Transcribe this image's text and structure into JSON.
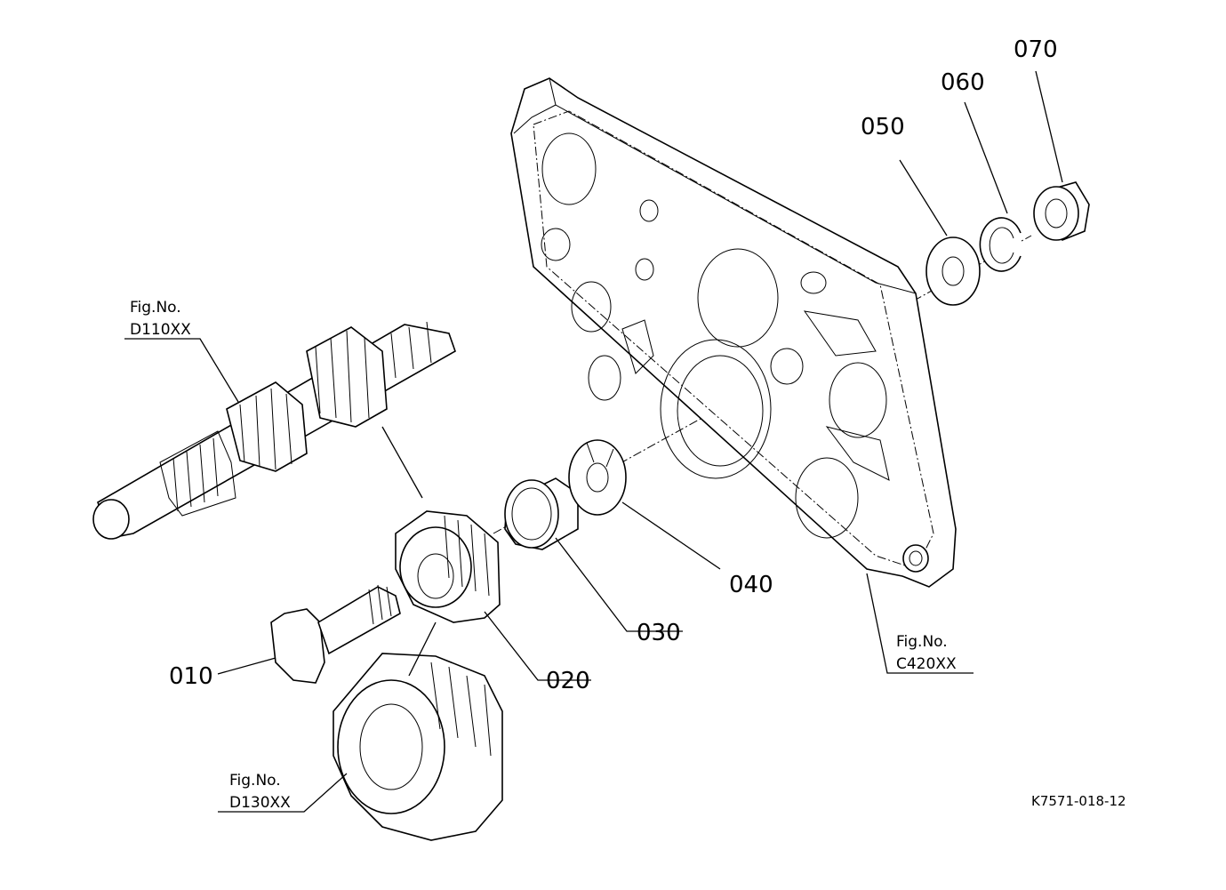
{
  "parts": [
    {
      "id": "010"
    },
    {
      "id": "020"
    },
    {
      "id": "030"
    },
    {
      "id": "040"
    },
    {
      "id": "050"
    },
    {
      "id": "060"
    },
    {
      "id": "070"
    }
  ],
  "figure_refs": [
    {
      "label": "Fig.No.",
      "code": "D110XX"
    },
    {
      "label": "Fig.No.",
      "code": "C420XX"
    },
    {
      "label": "Fig.No.",
      "code": "D130XX"
    }
  ],
  "drawing_code": "K7571-018-12"
}
